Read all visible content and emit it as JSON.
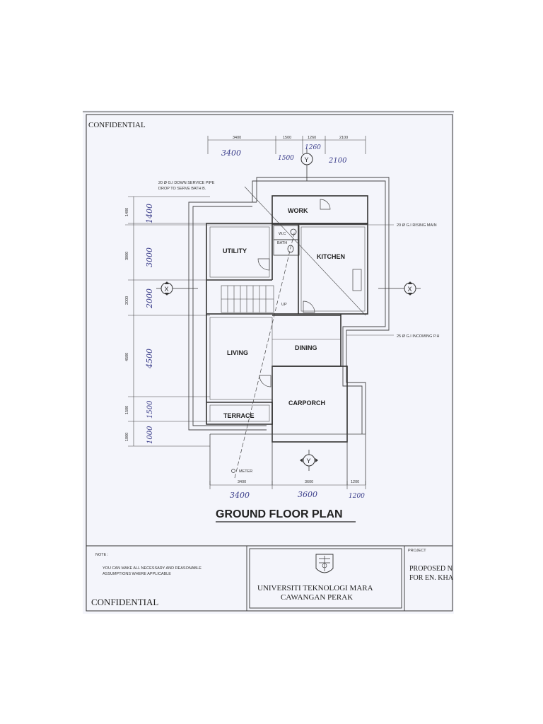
{
  "confidential_top": "CONFIDENTIAL",
  "confidential_bottom": "CONFIDENTIAL",
  "title": "GROUND FLOOR PLAN",
  "top_dims_printed": [
    "3400",
    "1500",
    "1260",
    "2100"
  ],
  "top_dims_hand": [
    "3400",
    "1500",
    "1260",
    "2100"
  ],
  "left_dims_printed": [
    "1400",
    "3000",
    "2000",
    "4500",
    "1500",
    "1000"
  ],
  "left_dims_hand": [
    "1400",
    "3000",
    "2000",
    "4500",
    "1500",
    "1000"
  ],
  "bottom_dims_printed": [
    "3400",
    "3600",
    "1200"
  ],
  "bottom_dims_hand": [
    "3400",
    "3600",
    "1200"
  ],
  "rooms": {
    "work": "WORK",
    "utility": "UTILITY",
    "wc": "W.C",
    "bath": "BATH",
    "kitchen": "KITCHEN",
    "living": "LIVING",
    "dining": "DINING",
    "carporch": "CARPORCH",
    "terrace": "TERRACE",
    "up": "UP"
  },
  "annotations": {
    "down_pipe_1": "20 Ø G.I DOWN SERVICE PIPE",
    "down_pipe_2": "DROP TO SERVE BATH B.",
    "rising_main": "20 Ø G.I RISING MAIN",
    "incoming": "25 Ø G.I INCOMING P.H",
    "meter": "METER"
  },
  "section_marks": {
    "x_left": "X",
    "x_right": "X",
    "y_top": "Y",
    "y_bottom": "Y"
  },
  "note": {
    "label": "NOTE :",
    "line1": "YOU CAN MAKE ALL NECESSARY AND REASONABLE",
    "line2": "ASSUMPTIONS WHERE APPLICABLE"
  },
  "university": {
    "line1": "UNIVERSITI TEKNOLOGI MARA",
    "line2": "CAWANGAN PERAK"
  },
  "project": {
    "label": "PROJECT",
    "line1": "PROPOSED N",
    "line2": "FOR EN. KHA"
  }
}
